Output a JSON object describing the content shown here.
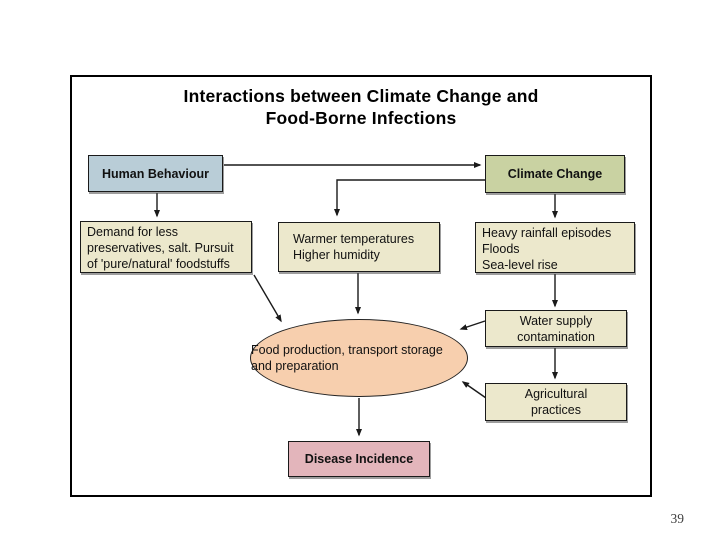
{
  "slide": {
    "page_number": "39"
  },
  "diagram": {
    "title": {
      "line1": "Interactions between Climate Change and",
      "line2": "Food-Borne Infections"
    },
    "colors": {
      "human_behaviour_fill": "#b9cdd7",
      "climate_change_fill": "#c9d2a2",
      "factor_box_fill": "#ece8cc",
      "food_ellipse_fill": "#f7cfae",
      "disease_box_fill": "#e3b5bb",
      "line_color": "#1a1a1a"
    },
    "nodes": {
      "human_behaviour": {
        "label": "Human Behaviour"
      },
      "climate_change": {
        "label": "Climate Change"
      },
      "demand": {
        "lines": [
          "Demand for less",
          "preservatives, salt. Pursuit",
          "of 'pure/natural' foodstuffs"
        ]
      },
      "warmer": {
        "lines": [
          "Warmer temperatures",
          "Higher humidity"
        ]
      },
      "heavy_rainfall": {
        "lines": [
          "Heavy rainfall episodes",
          "Floods",
          "Sea-level rise"
        ]
      },
      "water_supply": {
        "lines": [
          "Water supply",
          "contamination"
        ]
      },
      "agricultural": {
        "lines": [
          "Agricultural",
          "practices"
        ]
      },
      "food_production": {
        "lines": [
          "Food production, transport",
          "storage and preparation"
        ]
      },
      "disease_incidence": {
        "label": "Disease Incidence"
      }
    },
    "edges": [
      {
        "from": "human_behaviour",
        "to": "climate_change"
      },
      {
        "from": "human_behaviour",
        "to": "demand"
      },
      {
        "from": "climate_change",
        "to": "warmer"
      },
      {
        "from": "climate_change",
        "to": "heavy_rainfall"
      },
      {
        "from": "demand",
        "to": "food_production"
      },
      {
        "from": "warmer",
        "to": "food_production"
      },
      {
        "from": "heavy_rainfall",
        "to": "water_supply"
      },
      {
        "from": "water_supply",
        "to": "food_production"
      },
      {
        "from": "water_supply",
        "to": "agricultural"
      },
      {
        "from": "agricultural",
        "to": "food_production"
      },
      {
        "from": "food_production",
        "to": "disease_incidence"
      }
    ]
  }
}
